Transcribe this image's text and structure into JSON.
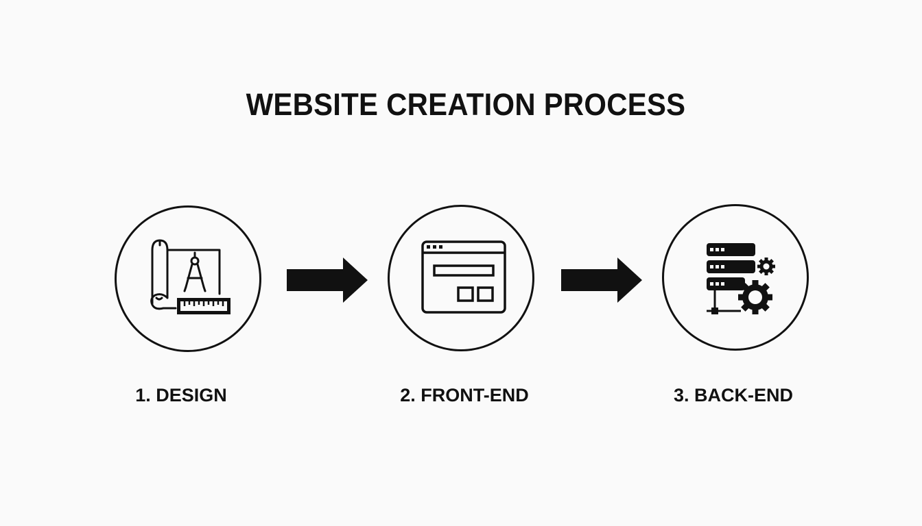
{
  "title": "WEBSITE CREATION PROCESS",
  "steps": [
    {
      "label": "1. DESIGN",
      "icon": "blueprint-compass-ruler-icon"
    },
    {
      "label": "2. FRONT-END",
      "icon": "browser-window-icon"
    },
    {
      "label": "3. BACK-END",
      "icon": "server-gears-icon"
    }
  ],
  "colors": {
    "background": "#fafafa",
    "ink": "#111111"
  }
}
